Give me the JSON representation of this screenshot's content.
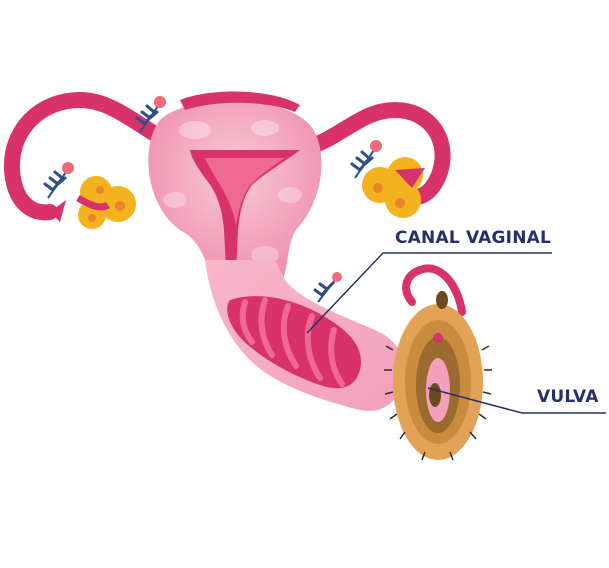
{
  "labels": {
    "canal_vaginal": "CANAL VAGINAL",
    "vulva": "VULVA"
  },
  "colors": {
    "label_text": "#27306b",
    "leader_line": "#27306b",
    "uterus_dark": "#d9326a",
    "uterus_mid": "#ee6a93",
    "uterus_light": "#f6b2c8",
    "ovary": "#f4b21e",
    "ovary_spot": "#e8842a",
    "vulva_skin": "#e2a257",
    "vulva_inner": "#9a6a2e",
    "leaf": "#2f4d86",
    "flower": "#ef6a7a"
  },
  "icons": {
    "organ": "female-reproductive-system-illustration",
    "flower": "flower-sprig-icon"
  }
}
